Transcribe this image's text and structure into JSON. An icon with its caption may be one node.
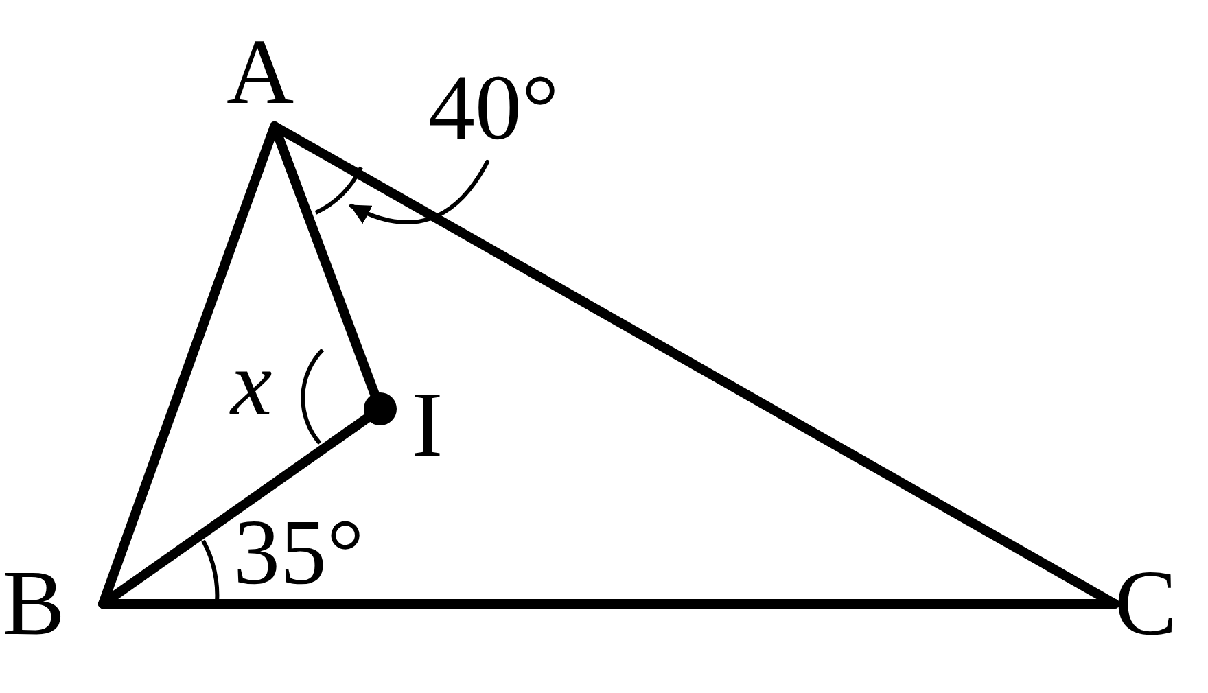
{
  "diagram": {
    "nodes": [
      {
        "text": [
          "A"
        ]
      },
      {
        "text": [
          "40°"
        ]
      },
      {
        "text": [
          "I"
        ]
      },
      {
        "text": [
          "B"
        ]
      },
      {
        "text": [
          "C"
        ]
      }
    ],
    "edges": [
      {
        "from": 0,
        "to": 3,
        "arrow": "none"
      },
      {
        "from": 3,
        "to": 4,
        "arrow": "none"
      },
      {
        "from": 4,
        "to": 0,
        "arrow": "none"
      },
      {
        "from": 0,
        "to": 2,
        "arrow": "none"
      },
      {
        "from": 3,
        "to": 2,
        "arrow": "none"
      },
      {
        "from": 1,
        "to": null,
        "arrow": "to"
      }
    ],
    "labels": [
      "x",
      "35°"
    ]
  }
}
